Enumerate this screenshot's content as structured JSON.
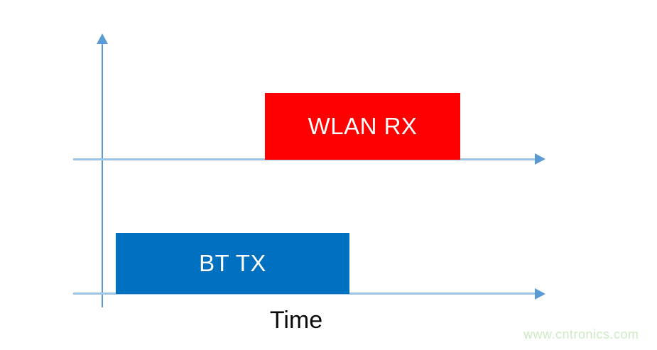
{
  "diagram": {
    "type": "timing-diagram",
    "x_axis_label": "Time",
    "rows": [
      {
        "id": "wlan",
        "block_label": "WLAN RX",
        "block_color": "#ff0000",
        "text_color": "#ffffff",
        "timeline": "top"
      },
      {
        "id": "bt",
        "block_label": "BT TX",
        "block_color": "#0070c0",
        "text_color": "#ffffff",
        "timeline": "bottom"
      }
    ],
    "axis_colors": {
      "horizontal_line": "#9dc3e6",
      "vertical_line": "#5b9bd5",
      "arrowhead": "#5b9bd5"
    }
  },
  "watermark": {
    "text": "www.cntronics.com",
    "color": "#cdeac6"
  }
}
